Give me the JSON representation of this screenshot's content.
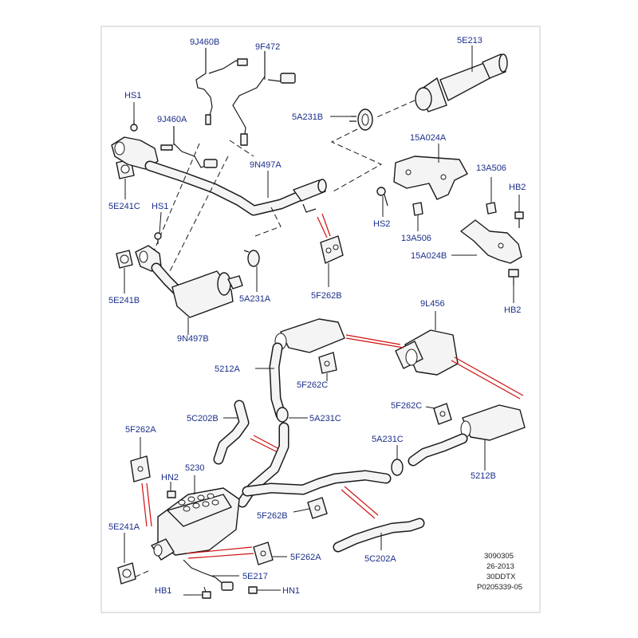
{
  "parts": {
    "p9J460B": "9J460B",
    "p9F472": "9F472",
    "p5E213": "5E213",
    "pHS1_top": "HS1",
    "p9J460A": "9J460A",
    "p5A231B": "5A231B",
    "p15A024A": "15A024A",
    "p9N497A": "9N497A",
    "p13A506_r": "13A506",
    "pHB2_top": "HB2",
    "p5E241C": "5E241C",
    "pHS1_mid": "HS1",
    "pHS2": "HS2",
    "p13A506_l": "13A506",
    "p15A024B": "15A024B",
    "p5E241B": "5E241B",
    "p5A231A": "5A231A",
    "p5F262B_top": "5F262B",
    "pHB2_bot": "HB2",
    "p9N497B": "9N497B",
    "p9L456": "9L456",
    "p5212A": "5212A",
    "p5F262C_mid": "5F262C",
    "p5C202B": "5C202B",
    "p5A231C_mid": "5A231C",
    "p5F262C_r": "5F262C",
    "p5F262A_l": "5F262A",
    "p5230": "5230",
    "p5A231C_r": "5A231C",
    "pHN2": "HN2",
    "p5212B": "5212B",
    "p5E241A": "5E241A",
    "p5F262B_bot": "5F262B",
    "p5F262A_r": "5F262A",
    "p5C202A": "5C202A",
    "p5E217": "5E217",
    "pHB1": "HB1",
    "pHN1": "HN1"
  },
  "reference": {
    "line1": "3090305",
    "line2": "26-2013",
    "line3": "30DDTX",
    "line4": "P0205339-05"
  },
  "colors": {
    "label": "#1c2f8a",
    "pointer": "#d01010",
    "outline": "#1a1a1a"
  }
}
